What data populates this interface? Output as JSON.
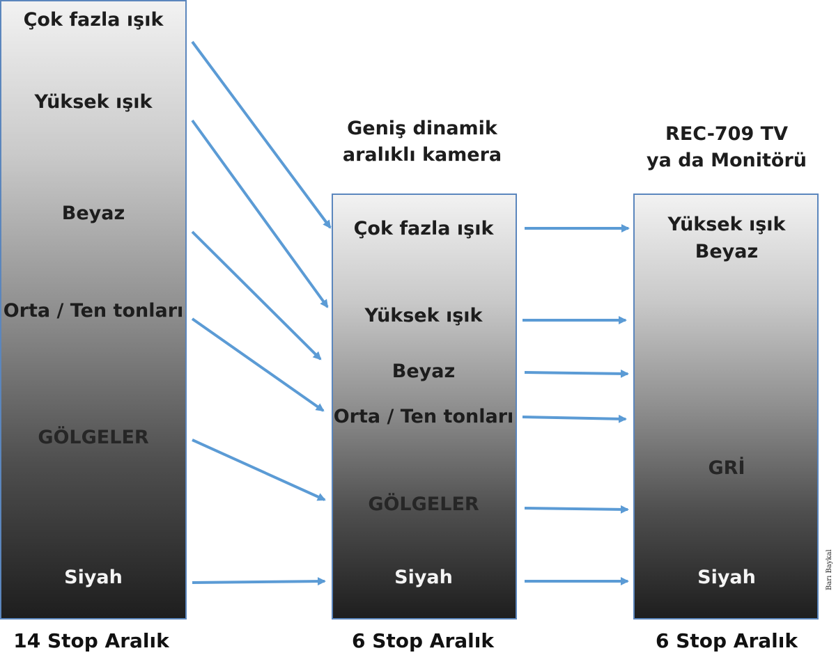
{
  "scene": {
    "labels": [
      "Çok fazla ışık",
      "Yüksek ışık",
      "Beyaz",
      "Orta / Ten tonları",
      "GÖLGELER",
      "Siyah"
    ],
    "footer": "14 Stop Aralık"
  },
  "camera": {
    "heading_line1": "Geniş dinamik",
    "heading_line2": "aralıklı kamera",
    "labels": [
      "Çok fazla ışık",
      "Yüksek ışık",
      "Beyaz",
      "Orta / Ten tonları",
      "GÖLGELER",
      "Siyah"
    ],
    "footer": "6 Stop Aralık"
  },
  "monitor": {
    "heading_line1": "REC-709 TV",
    "heading_line2": "ya da Monitörü",
    "labels": [
      "Yüksek ışık",
      "Beyaz",
      "GRİ",
      "Siyah"
    ],
    "footer": "6 Stop Aralık"
  },
  "credit": "Barı Baykal",
  "colors": {
    "arrow": "#5b9bd5",
    "border": "#5b86bd"
  }
}
